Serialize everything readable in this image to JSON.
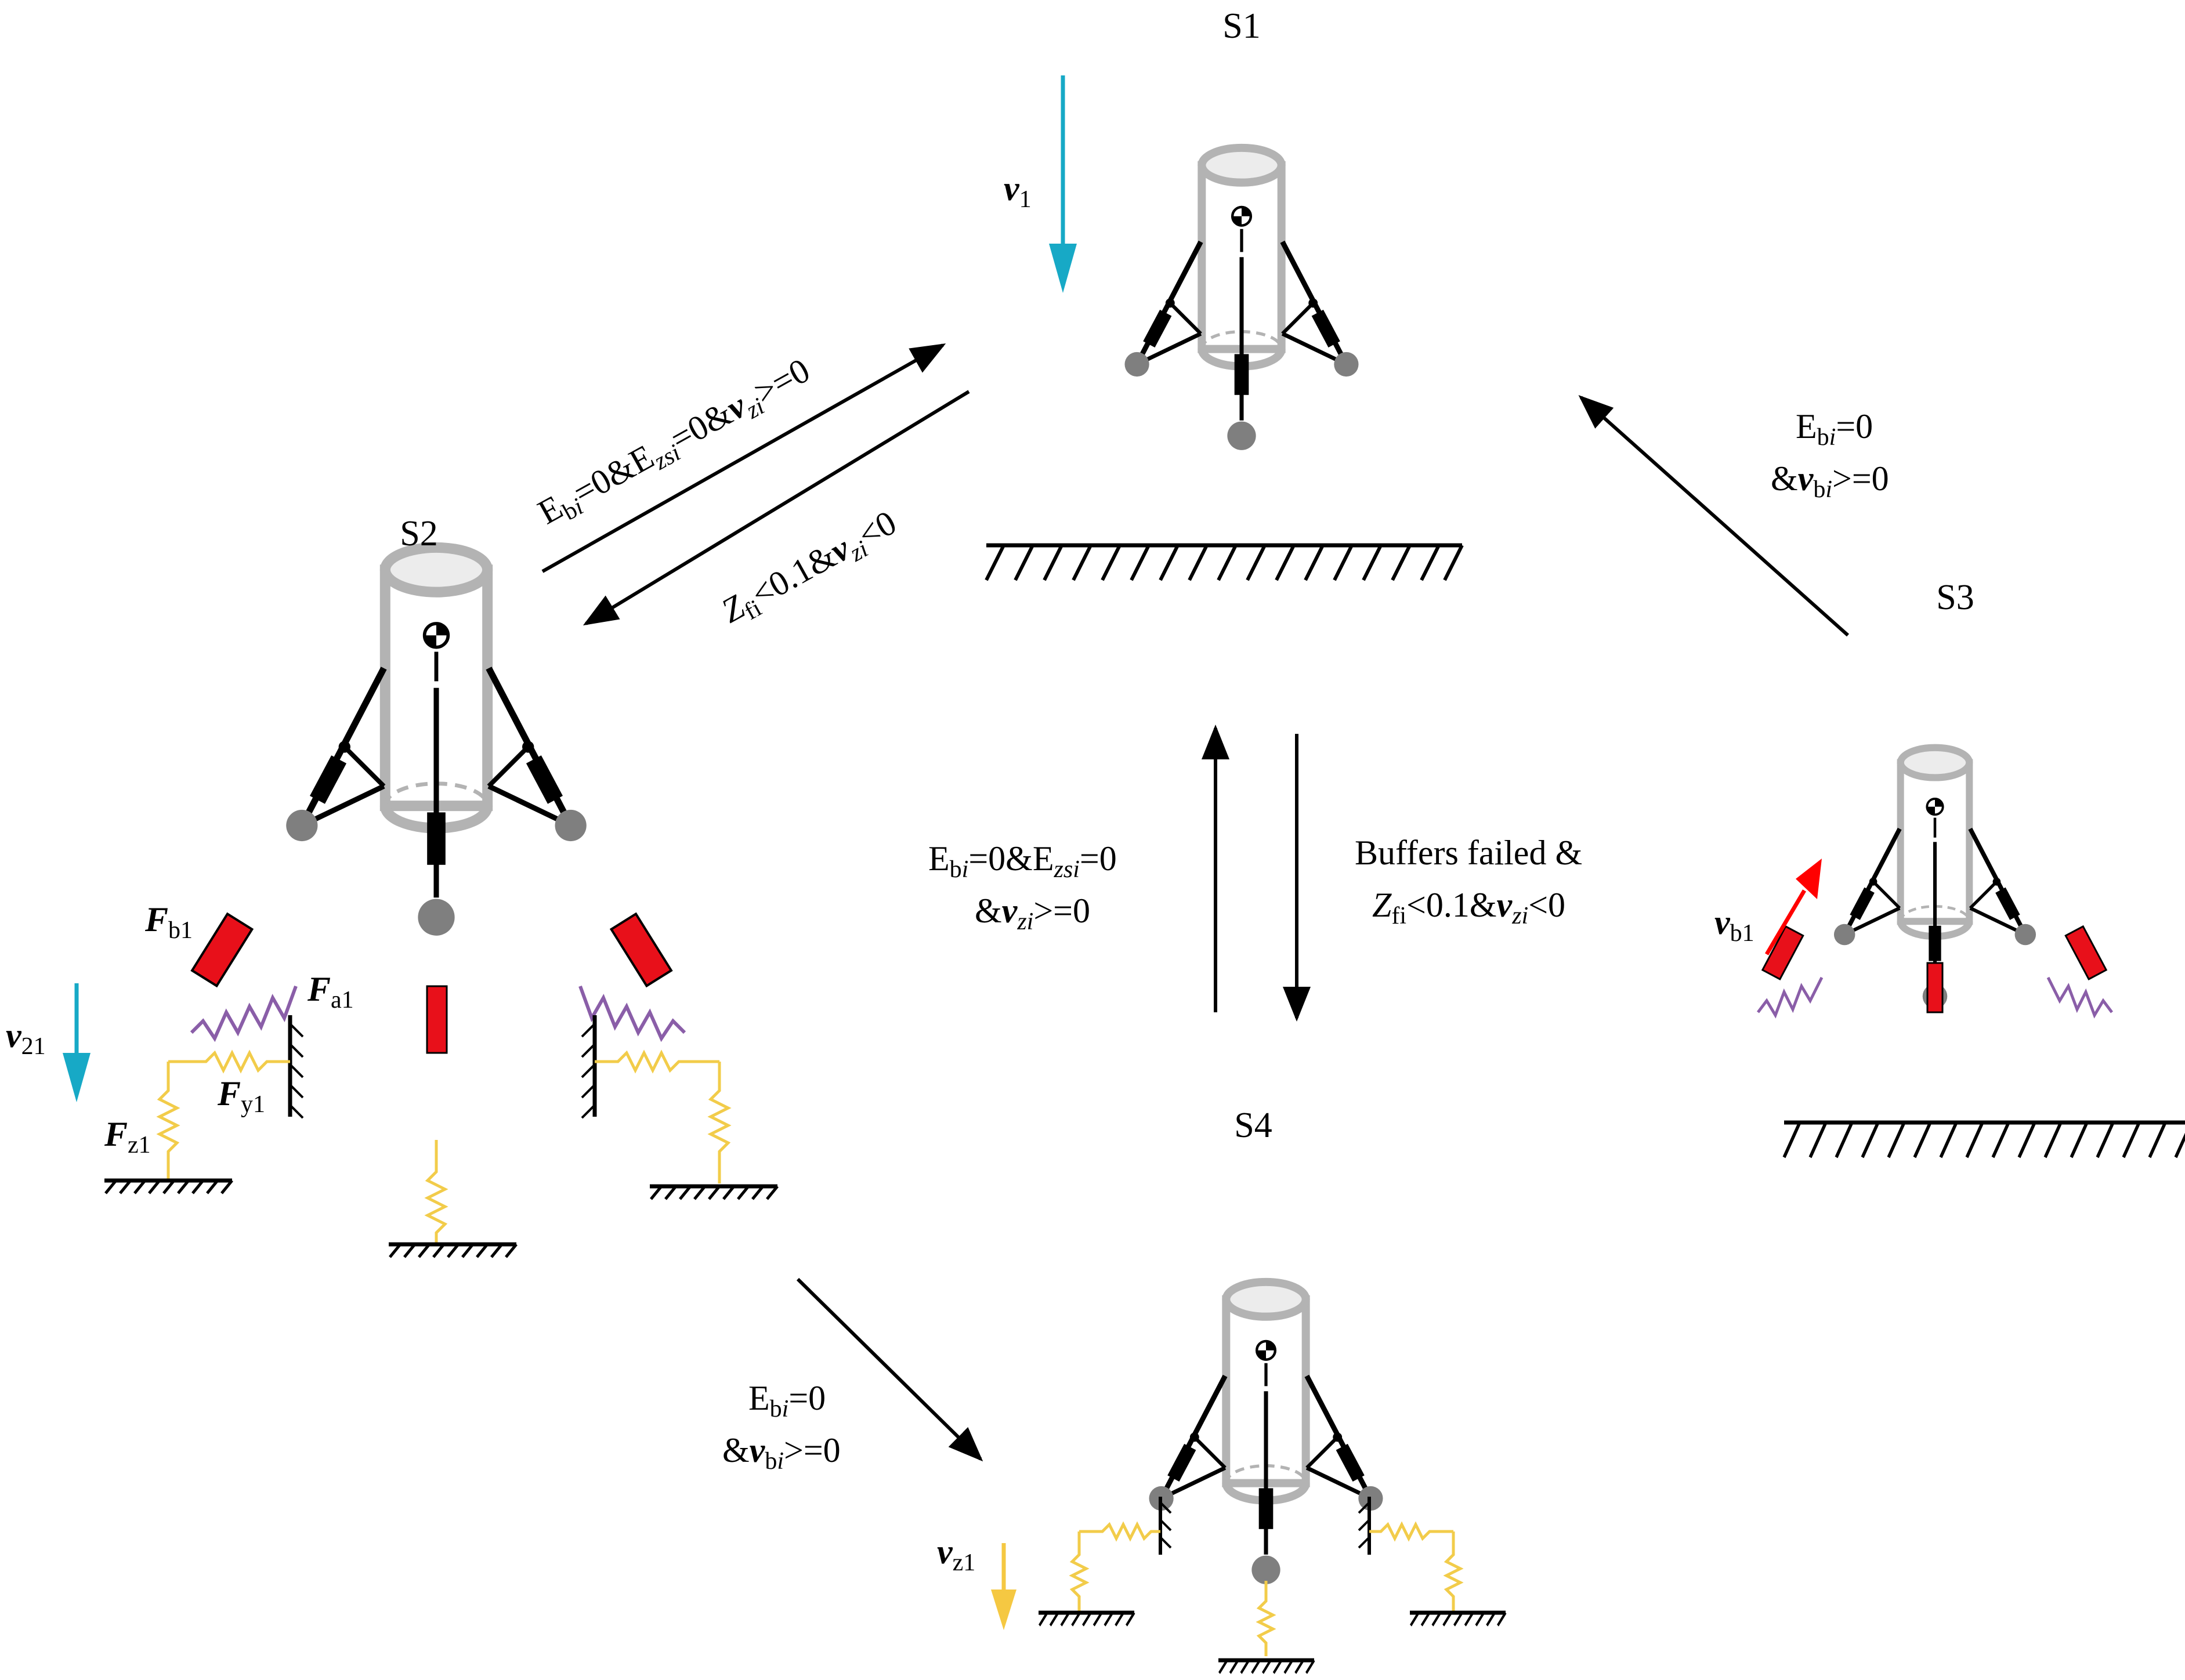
{
  "states": {
    "s1": "S1",
    "s2": "S2",
    "s3": "S3",
    "s4": "S4"
  },
  "transitions": {
    "s2_to_s1": {
      "e": "E",
      "b": "b",
      "i1": "i",
      "eq0amp": "=0&E",
      "zs": "zs",
      "i2": "i",
      "eq0amp2": "=0&",
      "v": "v",
      "zi": "zi",
      "end": ">=0"
    },
    "s1_to_s2": {
      "z": "Z",
      "fi": "fi",
      "mid": "<0.1&",
      "v": "v",
      "zi": "zi",
      "end": "<0"
    },
    "s3_to_s1": {
      "line1_e": "E",
      "line1_b": "b",
      "line1_i": "i",
      "line1_end": "=0",
      "line2_amp": "&",
      "line2_v": "v",
      "line2_sub_b": "b",
      "line2_sub_i": "i",
      "line2_end": ">=0"
    },
    "s4_to_s1": {
      "line1_e": "E",
      "line1_b": "b",
      "line1_i": "i",
      "line1_mid": "=0&E",
      "line1_zs": "zs",
      "line1_i2": "i",
      "line1_end": "=0",
      "line2_amp": "&",
      "line2_v": "v",
      "line2_zi": "zi",
      "line2_end": ">=0"
    },
    "s1_to_s4": {
      "line1": "Buffers failed &",
      "line2_z": "Z",
      "line2_fi": "fi",
      "line2_mid": "<0.1&",
      "line2_v": "v",
      "line2_zi": "zi",
      "line2_end": "<0"
    },
    "s2_to_s4": {
      "line1_e": "E",
      "line1_b": "b",
      "line1_i": "i",
      "line1_end": "=0",
      "line2_amp": "&",
      "line2_v": "v",
      "line2_sub_b": "b",
      "line2_sub_i": "i",
      "line2_end": ">=0"
    }
  },
  "labels": {
    "v1": {
      "main": "v",
      "sub": "1"
    },
    "v21": {
      "main": "v",
      "sub": "21"
    },
    "vb1": {
      "main": "v",
      "sub": "b1"
    },
    "vz1": {
      "main": "v",
      "sub": "z1"
    },
    "fb1": {
      "main": "F",
      "sub": "b1"
    },
    "fa1": {
      "main": "F",
      "sub": "a1"
    },
    "fy1": {
      "main": "F",
      "sub": "y1"
    },
    "fz1": {
      "main": "F",
      "sub": "z1"
    }
  },
  "colors": {
    "velocity_cyan": "#17a9c6",
    "velocity_red": "#ff0000",
    "velocity_yellow": "#f5c842",
    "damper_red": "#e8101a",
    "spring_yellow": "#f2cc4a",
    "spring_purple": "#8a5ea8",
    "cylinder_gray": "#b3b3b3",
    "foot_gray": "#7f7f7f"
  }
}
